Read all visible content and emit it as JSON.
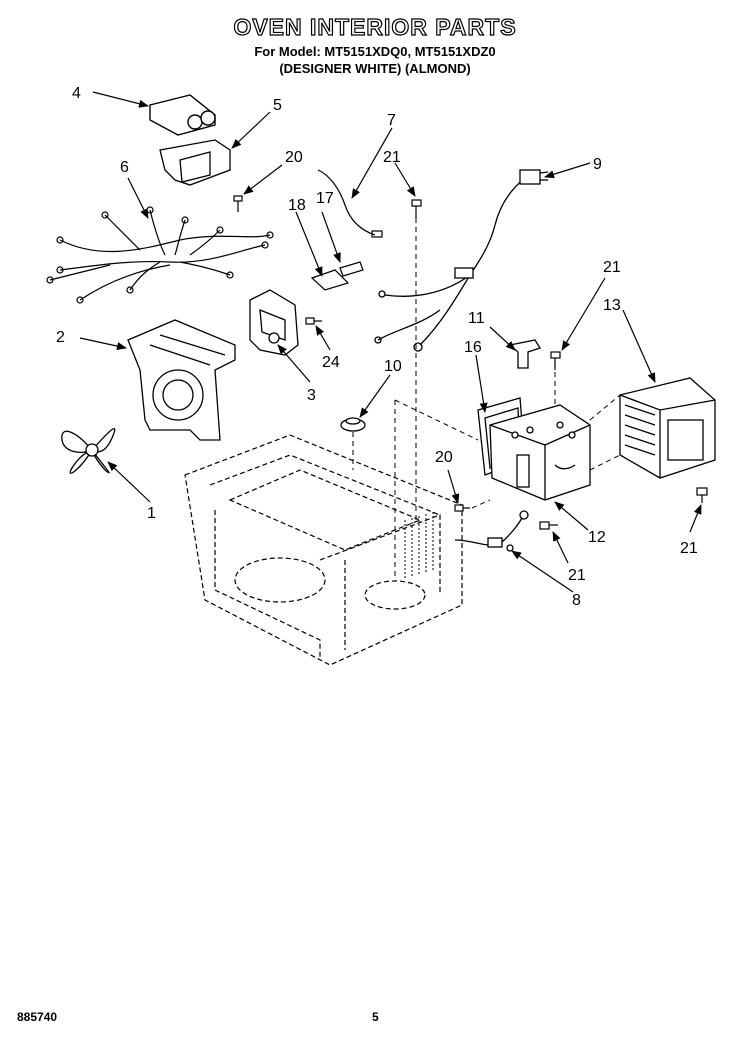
{
  "header": {
    "title": "OVEN INTERIOR PARTS",
    "models_line": "For Model: MT5151XDQ0, MT5151XDZ0",
    "colors_line": "(DESIGNER WHITE)  (ALMOND)"
  },
  "callouts": {
    "c1": "1",
    "c2": "2",
    "c3": "3",
    "c4": "4",
    "c5": "5",
    "c6": "6",
    "c7": "7",
    "c8": "8",
    "c9": "9",
    "c10": "10",
    "c11": "11",
    "c12": "12",
    "c13": "13",
    "c16": "16",
    "c17": "17",
    "c18": "18",
    "c20a": "20",
    "c20b": "20",
    "c21a": "21",
    "c21b": "21",
    "c21c": "21",
    "c21d": "21",
    "c24": "24"
  },
  "footer": {
    "doc_number": "885740",
    "page": "5"
  }
}
